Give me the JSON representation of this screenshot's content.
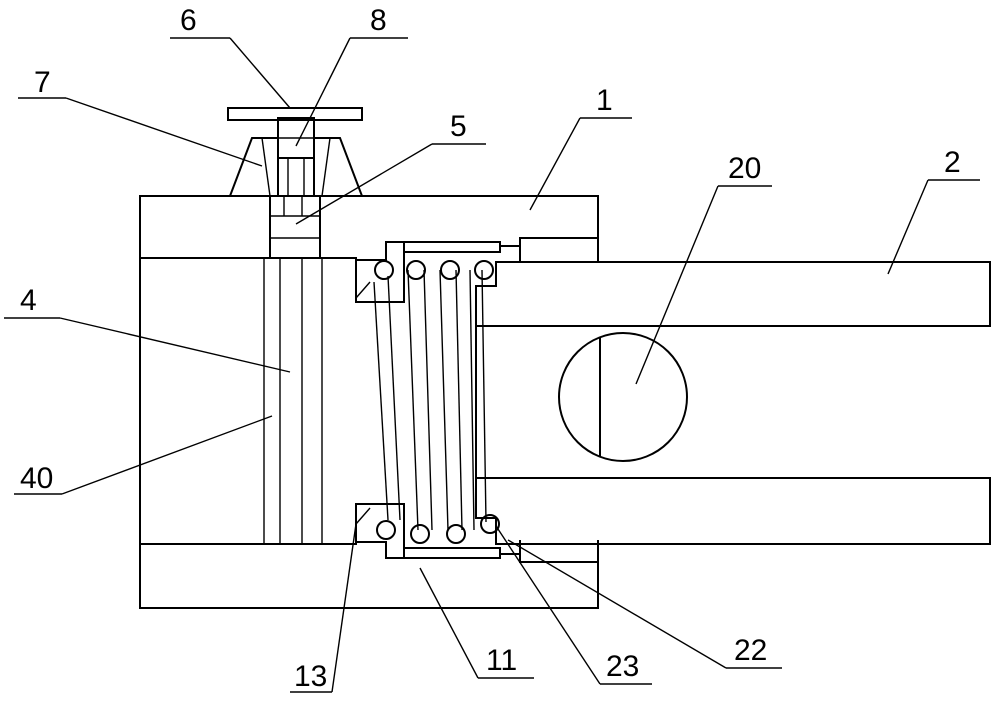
{
  "diagram": {
    "labels": {
      "l1": "1",
      "l2": "2",
      "l4": "4",
      "l5": "5",
      "l6": "6",
      "l7": "7",
      "l8": "8",
      "l11": "11",
      "l13": "13",
      "l20": "20",
      "l22": "22",
      "l23": "23",
      "l40": "40"
    },
    "colors": {
      "line": "#000000",
      "background": "#ffffff"
    }
  }
}
